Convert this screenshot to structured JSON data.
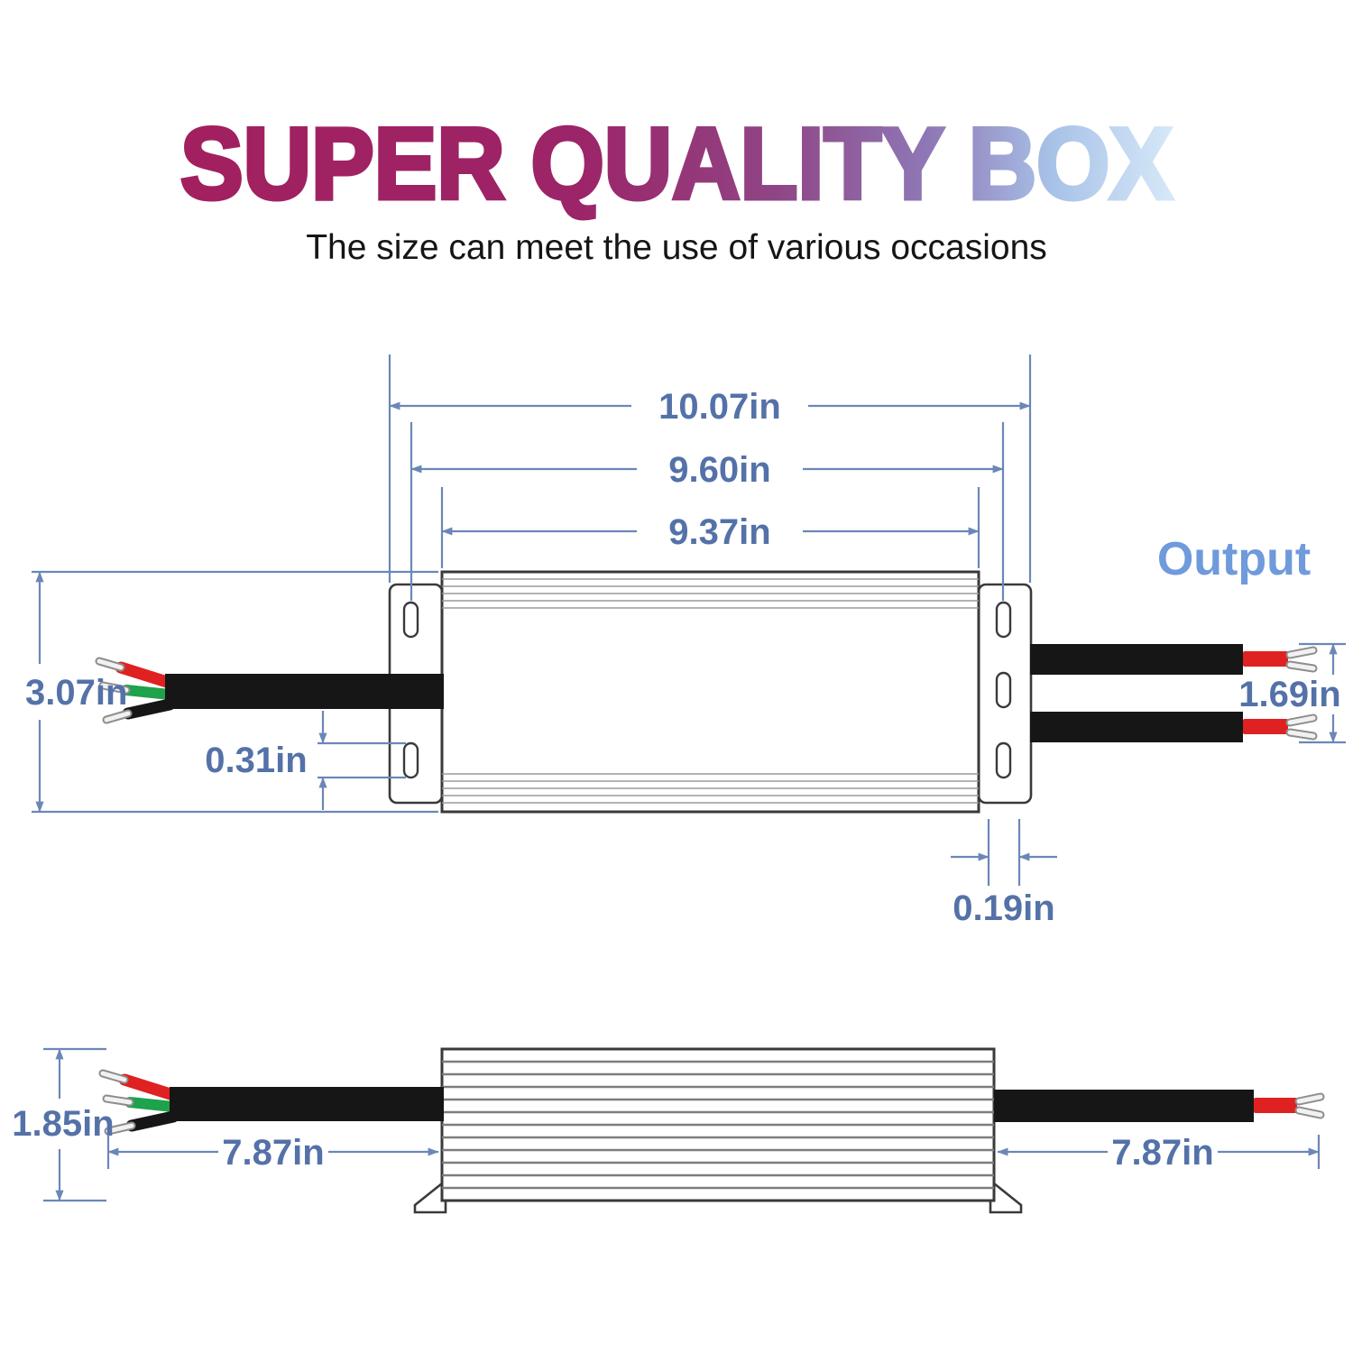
{
  "title": "SUPER QUALITY BOX",
  "subtitle": "The size can meet the use of various occasions",
  "top_view": {
    "output_label": "Output",
    "dim_overall_width": "10.07in",
    "dim_mount_hole_span": "9.60in",
    "dim_body_width": "9.37in",
    "dim_height": "3.07in",
    "dim_mount_slot_height": "0.31in",
    "dim_output_wire_gap": "1.69in",
    "dim_mount_slot_width": "0.19in"
  },
  "side_view": {
    "dim_height": "1.85in",
    "dim_input_wire_length": "7.87in",
    "dim_output_wire_length": "7.87in"
  },
  "colors": {
    "dimension_line": "#6b87b8",
    "dimension_text": "#5472a8",
    "output_label_text": "#6f9adb",
    "title_gradient_start": "#a2205f",
    "title_gradient_end": "#d6e8f8",
    "wire_red": "#e02121",
    "wire_green": "#1ea24c",
    "cable_black": "#161616"
  }
}
